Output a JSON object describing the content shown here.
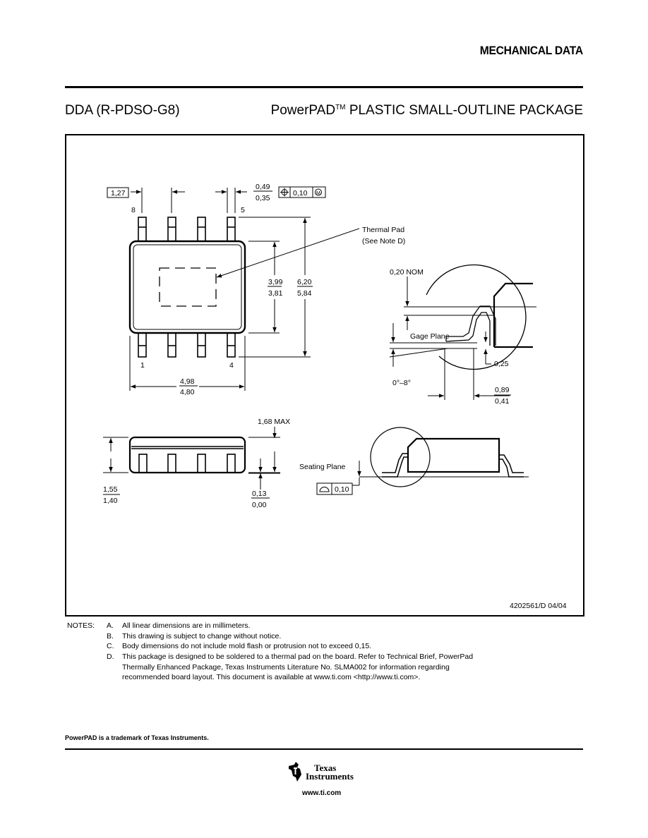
{
  "header": {
    "section": "MECHANICAL DATA"
  },
  "title": {
    "package_code": "DDA (R-PDSO-G8)",
    "package_name_brand": "PowerPAD",
    "trademark_symbol": "TM",
    "package_name_rest": "PLASTIC SMALL-OUTLINE PACKAGE"
  },
  "drawing": {
    "pitch": "1,27",
    "lead_width_max": "0,49",
    "lead_width_min": "0,35",
    "position_tolerance": "0,10",
    "mmc_symbol": "M",
    "pin_8": "8",
    "pin_5": "5",
    "pin_1": "1",
    "pin_4": "4",
    "thermal_pad_label": "Thermal Pad",
    "thermal_pad_note": "(See Note D)",
    "body_width_max": "3,99",
    "body_width_min": "3,81",
    "overall_width_max": "6,20",
    "overall_width_min": "5,84",
    "body_length_max": "4,98",
    "body_length_min": "4,80",
    "lead_thickness_nom": "0,20 NOM",
    "gage_plane": "Gage Plane",
    "gage_value": "0,25",
    "lead_angle": "0°–8°",
    "foot_length_max": "0,89",
    "foot_length_min": "0,41",
    "height_max": "1,68 MAX",
    "body_height_max": "1,55",
    "body_height_min": "1,40",
    "standoff_max": "0,13",
    "standoff_min": "0,00",
    "seating_plane": "Seating Plane",
    "coplanarity": "0,10",
    "drawing_number": "4202561/D 04/04"
  },
  "notes": {
    "label": "NOTES:",
    "items": [
      {
        "key": "A.",
        "lines": [
          "All linear dimensions are in millimeters."
        ]
      },
      {
        "key": "B.",
        "lines": [
          "This drawing is subject to change without notice."
        ]
      },
      {
        "key": "C.",
        "lines": [
          "Body dimensions do not include mold flash or protrusion not to exceed 0,15."
        ]
      },
      {
        "key": "D.",
        "lines": [
          "This package is designed to be soldered to a thermal pad on the board.  Refer to Technical Brief, PowerPad",
          "Thermally Enhanced Package, Texas Instruments Literature No. SLMA002 for information regarding",
          "recommended board layout.  This document is available at www.ti.com <http://www.ti.com>."
        ]
      }
    ]
  },
  "footer": {
    "trademark": "PowerPAD is a trademark of Texas Instruments.",
    "logo_line1": "Texas",
    "logo_line2": "Instruments",
    "url": "www.ti.com"
  }
}
